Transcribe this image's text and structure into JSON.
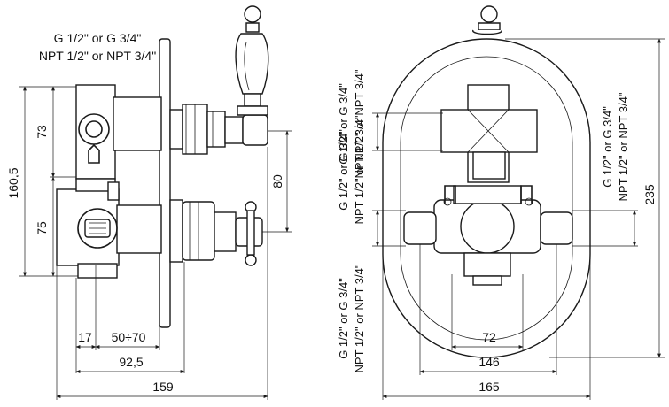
{
  "left_view": {
    "thread_line1": "G 1/2\" or G 3/4\"",
    "thread_line2": "NPT 1/2\" or NPT 3/4\"",
    "dim_73": "73",
    "dim_160_5": "160,5",
    "dim_75": "75",
    "dim_80": "80",
    "dim_17": "17",
    "dim_50_70": "50÷70",
    "dim_92_5": "92,5",
    "dim_159": "159"
  },
  "right_view": {
    "thread_top_line1": "G 1/2\" or G 3/4\"",
    "thread_top_line2": "NPT 1/2\" or NPT 3/4\"",
    "thread_left_line1": "G 1/2\" or G 3/4\"",
    "thread_left_line2": "NPT 1/2\" or NPT 3/4\"",
    "thread_right_line1": "G 1/2\" or G 3/4\"",
    "thread_right_line2": "NPT 1/2\" or NPT 3/4\"",
    "thread_bottom_line1": "G 1/2\" or G 3/4\"",
    "thread_bottom_line2": "NPT 1/2\" or NPT 3/4\"",
    "dim_235": "235",
    "dim_72": "72",
    "dim_146": "146",
    "dim_165": "165"
  }
}
